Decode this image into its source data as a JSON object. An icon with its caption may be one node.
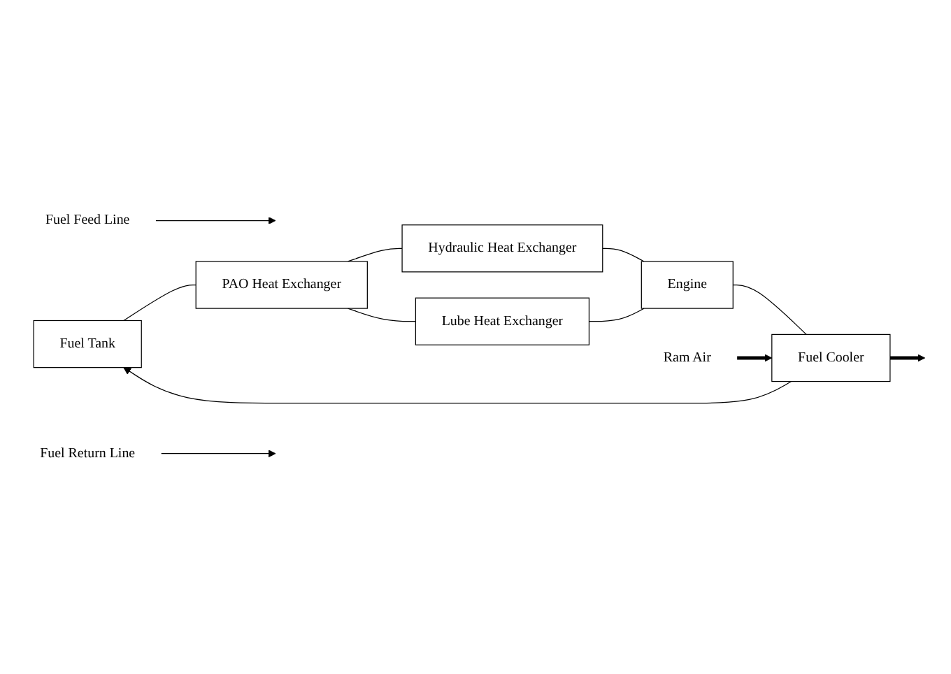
{
  "diagram": {
    "nodes": [
      {
        "text": [
          "Fuel Tank"
        ]
      },
      {
        "text": [
          "PAO Heat Exchanger"
        ]
      },
      {
        "text": [
          "Hydraulic Heat Exchanger"
        ]
      },
      {
        "text": [
          "Lube Heat Exchanger"
        ]
      },
      {
        "text": [
          "Engine"
        ]
      },
      {
        "text": [
          "Fuel Cooler"
        ]
      },
      {
        "text": [
          "Fuel Feed Line"
        ]
      },
      {
        "text": [
          "Fuel Return Line"
        ]
      },
      {
        "text": [
          "Ram Air"
        ]
      }
    ],
    "edges": [
      {
        "from": 0,
        "to": 1,
        "arrow": "none"
      },
      {
        "from": 1,
        "to": 2,
        "arrow": "none"
      },
      {
        "from": 1,
        "to": 3,
        "arrow": "none"
      },
      {
        "from": 2,
        "to": 4,
        "arrow": "none"
      },
      {
        "from": 3,
        "to": 4,
        "arrow": "none"
      },
      {
        "from": 4,
        "to": 5,
        "arrow": "none"
      },
      {
        "from": 5,
        "to": 0,
        "arrow": "to"
      },
      {
        "from": 6,
        "to": null,
        "arrow": "to"
      },
      {
        "from": 7,
        "to": null,
        "arrow": "to"
      },
      {
        "from": 8,
        "to": 5,
        "arrow": "to",
        "style": "thick"
      },
      {
        "from": 5,
        "to": null,
        "arrow": "to",
        "style": "thick"
      }
    ]
  }
}
